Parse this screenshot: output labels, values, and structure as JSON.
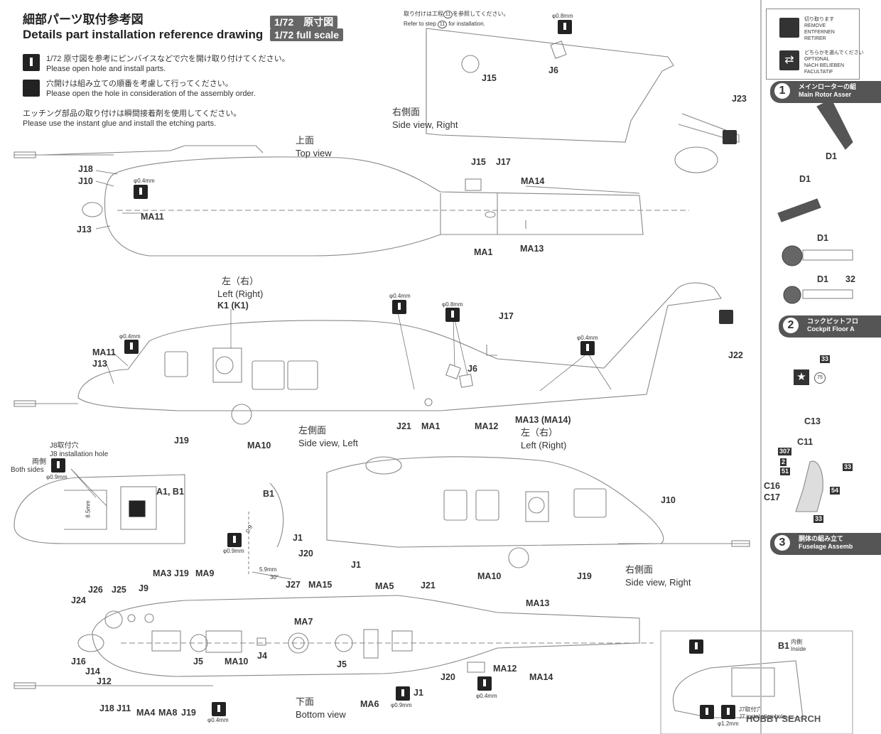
{
  "header": {
    "title_jp": "細部パーツ取付参考図",
    "title_en": "Details part installation reference drawing",
    "scale_jp": "1/72　原寸図",
    "scale_en": "1/72 full scale"
  },
  "instructions": {
    "drill_jp": "1/72 原寸図を参考にピンバイスなどで穴を開け取り付けてください。",
    "drill_en": "Please open hole and install parts.",
    "order_jp": "穴開けは組み立ての順番を考慮して行ってください。",
    "order_en": "Please open the hole in consideration of the assembly order.",
    "glue_jp": "エッチング部品の取り付けは瞬間接着剤を使用してください。",
    "glue_en": "Please use the instant glue and install the etching parts."
  },
  "step_ref": {
    "jp_pre": "取り付けは工程",
    "num": "11",
    "jp_post": "を参照してください。",
    "en_pre": "Refer to step",
    "en_post": "for installation."
  },
  "views": {
    "right_side_jp": "右側面",
    "right_side_en": "Side view, Right",
    "top_jp": "上面",
    "top_en": "Top view",
    "left_right_jp": "左（右）",
    "left_right_en": "Left (Right)",
    "k1": "K1 (K1)",
    "left_side_jp": "左側面",
    "left_side_en": "Side view, Left",
    "left_right2_jp": "左（右）",
    "left_right2_en": "Left (Right)",
    "bottom_jp": "下面",
    "bottom_en": "Bottom view",
    "right_side2_jp": "右側面",
    "right_side2_en": "Side view, Right",
    "j8_hole_jp": "J8取付穴",
    "j8_hole_en": "J8 installation hole",
    "both_jp": "両側",
    "both_en": "Both sides",
    "a1b1": "A1, B1",
    "b1": "B1",
    "b1_inside_jp": "内側",
    "b1_inside_en": "Inside",
    "j7_hole_jp": "J7取付穴",
    "j7_hole_en": "J7 installation hole"
  },
  "dims": {
    "d04": "φ0.4mm",
    "d08": "φ0.8mm",
    "d09": "φ0.9mm",
    "d12": "φ1.2mm",
    "m59": "5.9mm",
    "m85": "8.5mm",
    "deg30": "30°",
    "m09": "0.9"
  },
  "parts": {
    "J15": "J15",
    "J6": "J6",
    "J23": "J23",
    "J17": "J17",
    "MA14": "MA14",
    "MA1": "MA1",
    "MA13": "MA13",
    "MA11": "MA11",
    "J18": "J18",
    "J10": "J10",
    "J13": "J13",
    "J22": "J22",
    "J19": "J19",
    "MA10": "MA10",
    "J21": "J21",
    "MA12": "MA12",
    "MA13_14": "MA13 (MA14)",
    "J1": "J1",
    "J20": "J20",
    "MA3": "MA3",
    "MA9": "MA9",
    "J26": "J26",
    "J25": "J25",
    "J9": "J9",
    "J24": "J24",
    "J27": "J27",
    "MA15": "MA15",
    "MA5": "MA5",
    "MA7": "MA7",
    "J16": "J16",
    "J14": "J14",
    "J12": "J12",
    "J11": "J11",
    "MA4": "MA4",
    "MA8": "MA8",
    "J5": "J5",
    "J4": "J4",
    "MA6": "MA6",
    "D1": "D1",
    "C13": "C13",
    "C11": "C11",
    "C16": "C16",
    "C17": "C17",
    "n33": "33",
    "n307": "307",
    "n2": "2",
    "n51": "51",
    "n54": "54",
    "n75": "75",
    "n32": "32"
  },
  "legend": {
    "remove_jp": "切り取ります",
    "remove_en": "REMOVE",
    "remove_de": "ENTFERNEN",
    "remove_fr": "RETIRER",
    "optional_jp": "どちらかを選んでください",
    "optional_en": "OPTIONAL",
    "optional_de": "NACH BELIEBEN",
    "optional_fr": "FACULTATIF"
  },
  "steps_right": {
    "s1_num": "1",
    "s1_jp": "メインローターの組",
    "s1_en": "Main Rotor Asser",
    "s2_num": "2",
    "s2_jp": "コックピットフロ",
    "s2_en": "Cockpit Floor A",
    "s3_num": "3",
    "s3_jp": "胴体の組み立て",
    "s3_en": "Fuselage Assemb"
  },
  "watermark": "HOBBY SEARCH"
}
